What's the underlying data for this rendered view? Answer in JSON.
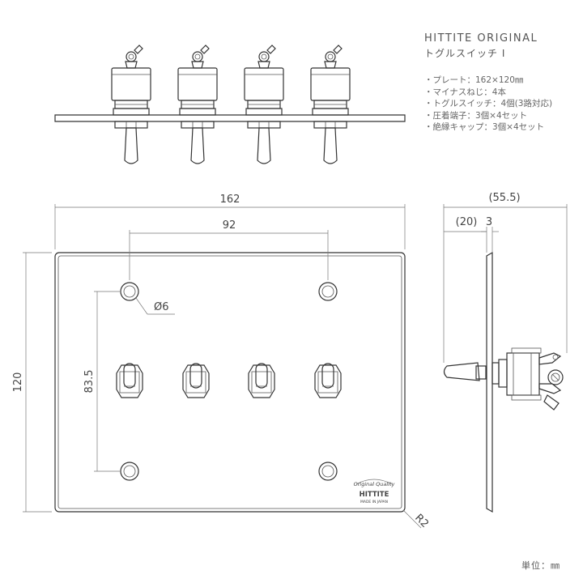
{
  "product": {
    "title": "HITTITE ORIGINAL",
    "subtitle": "トグルスイッチ Ⅰ",
    "specs": [
      "・プレート：162×120㎜",
      "・マイナスねじ：4本",
      "・トグルスイッチ：4個(3路対応)",
      "・圧着端子：3個×4セット",
      "・絶縁キャップ：3個×4セット"
    ]
  },
  "dimensions": {
    "width": "162",
    "hole_spacing": "92",
    "height": "120",
    "hole_vertical": "83.5",
    "hole_diameter": "Ø6",
    "corner_radius": "R2",
    "depth_total": "(55.5)",
    "depth_front": "(20)",
    "plate_thickness": "3"
  },
  "brand": {
    "line1": "Original Quality",
    "line2": "HITTITE",
    "line3": "MADE IN JAPAN"
  },
  "unit": "単位：㎜",
  "counts": {
    "switches": 4,
    "screws": 4
  }
}
